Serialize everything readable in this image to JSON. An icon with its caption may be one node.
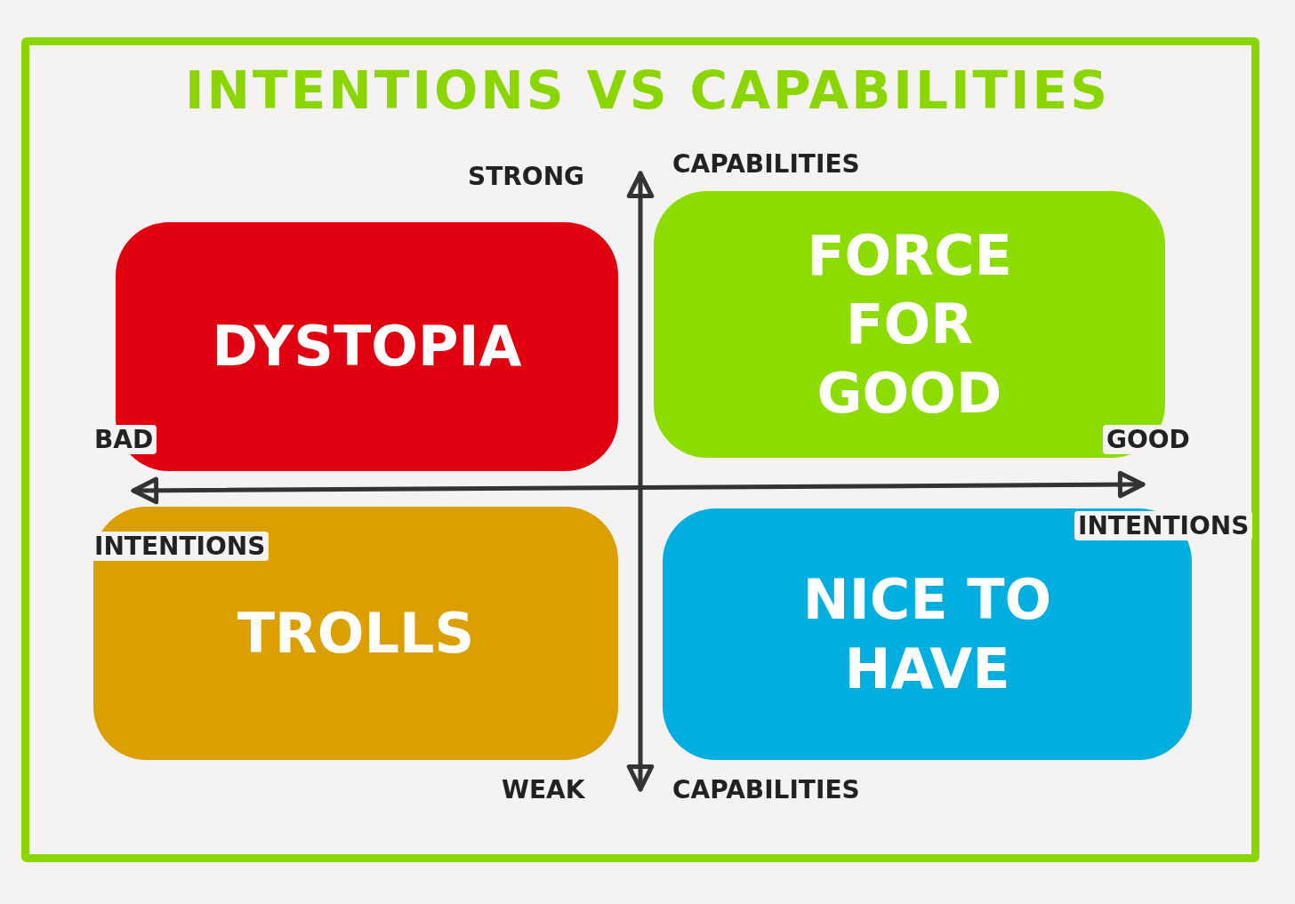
{
  "diagram": {
    "title": "INTENTIONS VS CAPABILITIES",
    "nodes": [
      {
        "text": [
          "DYSTOPIA"
        ]
      },
      {
        "text": [
          "FORCE FOR GOOD"
        ]
      },
      {
        "text": [
          "TROLLS"
        ]
      },
      {
        "text": [
          "NICE TO HAVE"
        ]
      }
    ],
    "labels": [
      "STRONG",
      "CAPABILITIES",
      "BAD",
      "GOOD",
      "INTENTIONS",
      "INTENTIONS",
      "WEAK",
      "CAPABILITIES"
    ]
  }
}
